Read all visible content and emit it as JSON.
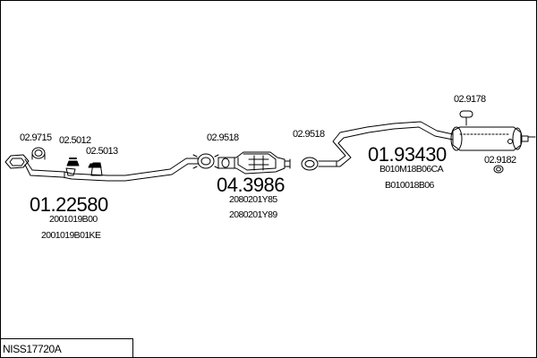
{
  "reference": "NISS17720A",
  "colors": {
    "line": "#000000",
    "background": "#ffffff"
  },
  "parts": {
    "front_gasket": "02.9715",
    "front_mount": "02.5012",
    "front_clamp": "02.5013",
    "mid_gasket": "02.9518",
    "cat_gasket": "02.9518",
    "rear_mount": "02.9178",
    "rear_hanger": "02.9182"
  },
  "groups": {
    "front_pipe": {
      "number": "01.22580",
      "ref1": "2001019B00",
      "ref2": "2001019B01KE"
    },
    "catalyst": {
      "number": "04.3986",
      "ref1": "2080201Y85",
      "ref2": "2080201Y89"
    },
    "rear_silencer": {
      "number": "01.93430",
      "ref1": "B010M18B06CA",
      "ref2": "B010018B06"
    }
  }
}
